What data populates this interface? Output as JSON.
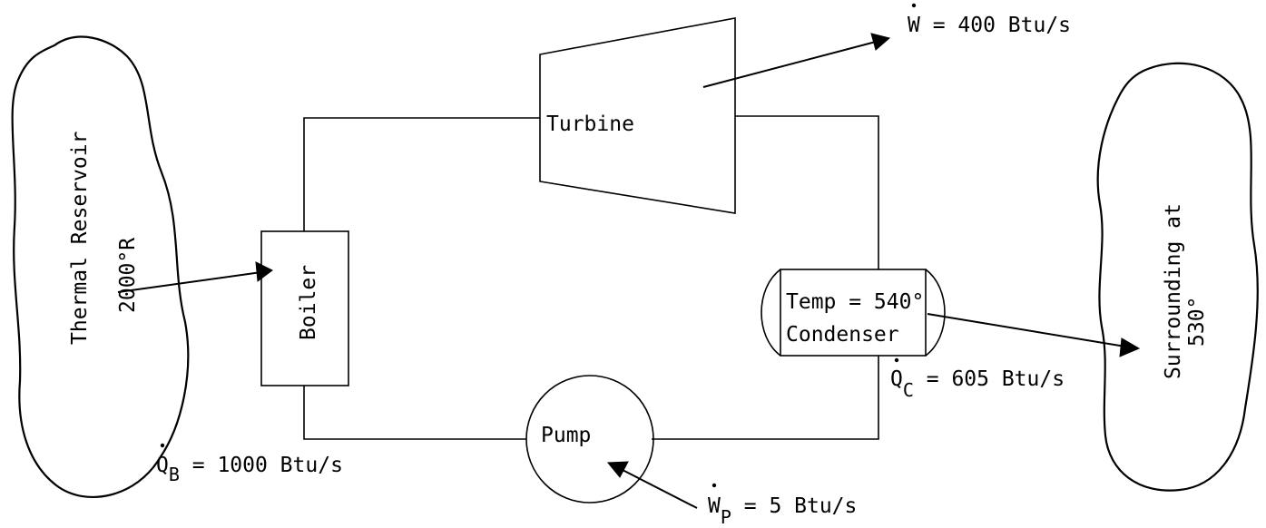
{
  "components": {
    "turbine": "Turbine",
    "boiler": "Boiler",
    "pump": "Pump",
    "condenser": "Condenser",
    "condenser_temp": "Temp = 540°"
  },
  "reservoirs": {
    "hot_line1": "Thermal Reservoir",
    "hot_line2": "2000°R",
    "cold_line1": "Surrounding at",
    "cold_line2": "530°"
  },
  "flows": {
    "work_turbine": {
      "symbol": "W",
      "subscript": "",
      "value": " = 400 Btu/s"
    },
    "heat_boiler": {
      "symbol": "Q",
      "subscript": "B",
      "value": " = 1000 Btu/s"
    },
    "heat_condenser": {
      "symbol": "Q",
      "subscript": "C",
      "value": " = 605 Btu/s"
    },
    "work_pump": {
      "symbol": "W",
      "subscript": "P",
      "value": " = 5 Btu/s"
    }
  }
}
